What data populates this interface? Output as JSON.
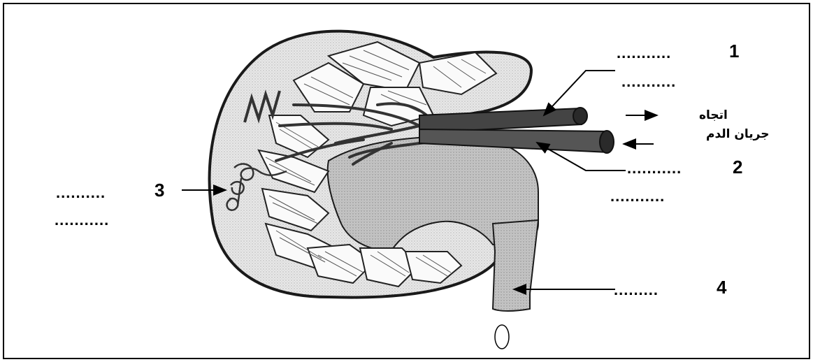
{
  "labels": {
    "l1": "1",
    "l2": "2",
    "l3": "3",
    "l4": "4"
  },
  "blanks": {
    "b1a": "...........",
    "b1b": "...........",
    "b2a": "...........",
    "b2b": "...........",
    "b3a": "..........",
    "b3b": "...........",
    "b4": "........."
  },
  "blood_flow": {
    "line1": "اتجاه",
    "line2": "جريان الدم"
  },
  "colors": {
    "cortex": "#e4e4e4",
    "pelvis": "#bdbdbd",
    "vessel": "#444444",
    "outline": "#111111"
  }
}
